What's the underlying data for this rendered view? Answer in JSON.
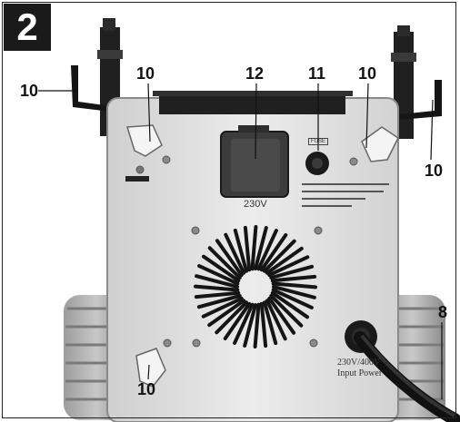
{
  "figure_number": "2",
  "callouts": {
    "handle_left": "10",
    "clip_top_left": "10",
    "socket": "12",
    "fuse": "11",
    "clip_top_right": "10",
    "handle_right": "10",
    "clip_bottom": "10",
    "cable": "8"
  },
  "panel_labels": {
    "socket_voltage": "230V",
    "fuse_label": "FUSE",
    "input_voltage": "230V/400V",
    "input_power": "Input Power"
  }
}
